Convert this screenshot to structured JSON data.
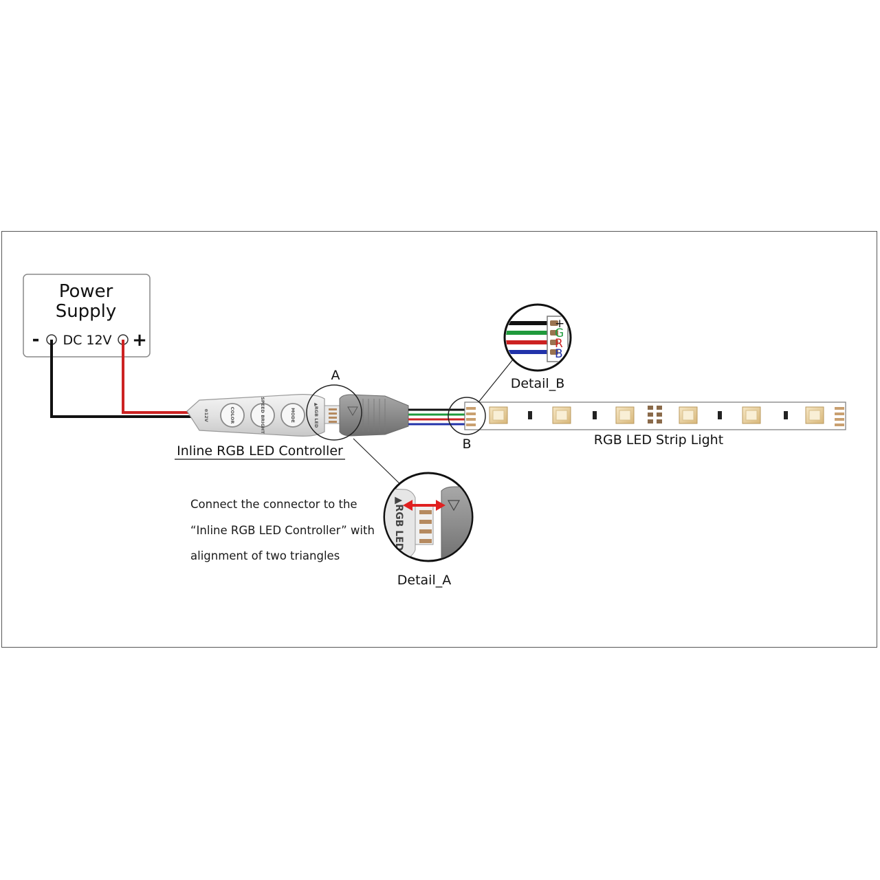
{
  "power_supply": {
    "title_line1": "Power",
    "title_line2": "Supply",
    "minus": "-",
    "voltage": "DC 12V",
    "plus": "+"
  },
  "controller": {
    "label": "Inline RGB LED Controller",
    "badge": "⊕12V",
    "buttons": [
      "COLOR",
      "SPEED BRIGHT",
      "MODE"
    ],
    "port_label": "▲RGB LED"
  },
  "callouts": {
    "a_letter": "A",
    "b_letter": "B",
    "detail_a": "Detail_A",
    "detail_b": "Detail_B"
  },
  "detail_b_pins": [
    {
      "label": "+",
      "color": "#111111"
    },
    {
      "label": "G",
      "color": "#1f9a3c"
    },
    {
      "label": "R",
      "color": "#cc2222"
    },
    {
      "label": "B",
      "color": "#2233aa"
    }
  ],
  "detail_a": {
    "port_label": "▲RGB LED"
  },
  "strip": {
    "label": "RGB LED Strip Light"
  },
  "instruction": {
    "line1": "Connect the connector to the",
    "line2": "“Inline RGB LED Controller” with",
    "line3": "alignment of two triangles"
  },
  "colors": {
    "wire_black": "#111111",
    "wire_red": "#cc2222",
    "wire_green": "#1f9a3c",
    "wire_blue": "#2233aa",
    "arrow_red": "#e02020",
    "connector_gray": "#8c8c8c"
  }
}
